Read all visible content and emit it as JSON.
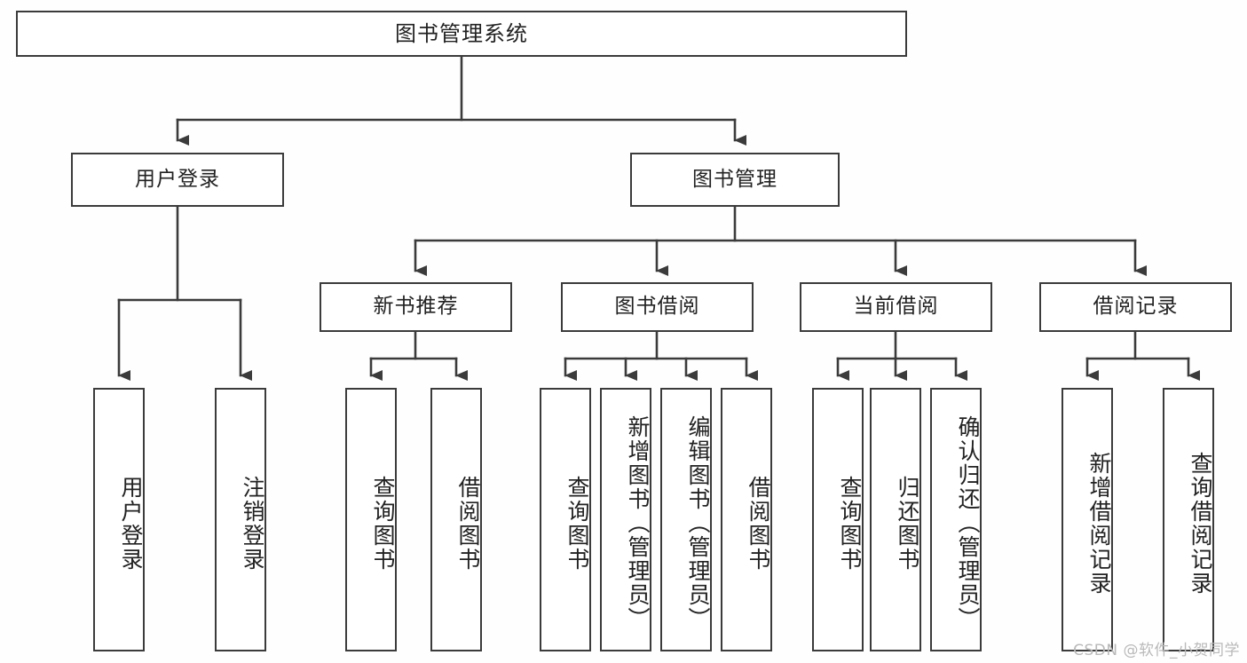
{
  "diagram": {
    "title": "图书管理系统",
    "type": "功能结构图",
    "colors": {
      "stroke": "#3b3b3b",
      "fill": "#ffffff",
      "text": "#222222",
      "background": "#fefefe",
      "watermark": "#b9b9b9"
    },
    "root": {
      "label": "图书管理系统"
    },
    "level1": [
      {
        "label": "用户登录"
      },
      {
        "label": "图书管理"
      }
    ],
    "level2": [
      {
        "label": "新书推荐"
      },
      {
        "label": "图书借阅"
      },
      {
        "label": "当前借阅"
      },
      {
        "label": "借阅记录"
      }
    ],
    "leaves_user_login": [
      {
        "label": "用户登录"
      },
      {
        "label": "注销登录"
      }
    ],
    "leaves_new_book": [
      {
        "label": "查询图书"
      },
      {
        "label": "借阅图书"
      }
    ],
    "leaves_borrow": [
      {
        "label": "查询图书"
      },
      {
        "label": "新增图书（管理员）"
      },
      {
        "label": "编辑图书（管理员）"
      },
      {
        "label": "借阅图书"
      }
    ],
    "leaves_current": [
      {
        "label": "查询图书"
      },
      {
        "label": "归还图书"
      },
      {
        "label": "确认归还（管理员）"
      }
    ],
    "leaves_record": [
      {
        "label": "新增借阅记录"
      },
      {
        "label": "查询借阅记录"
      }
    ]
  },
  "watermark": {
    "text": "CSDN @软件_小贺同学"
  }
}
